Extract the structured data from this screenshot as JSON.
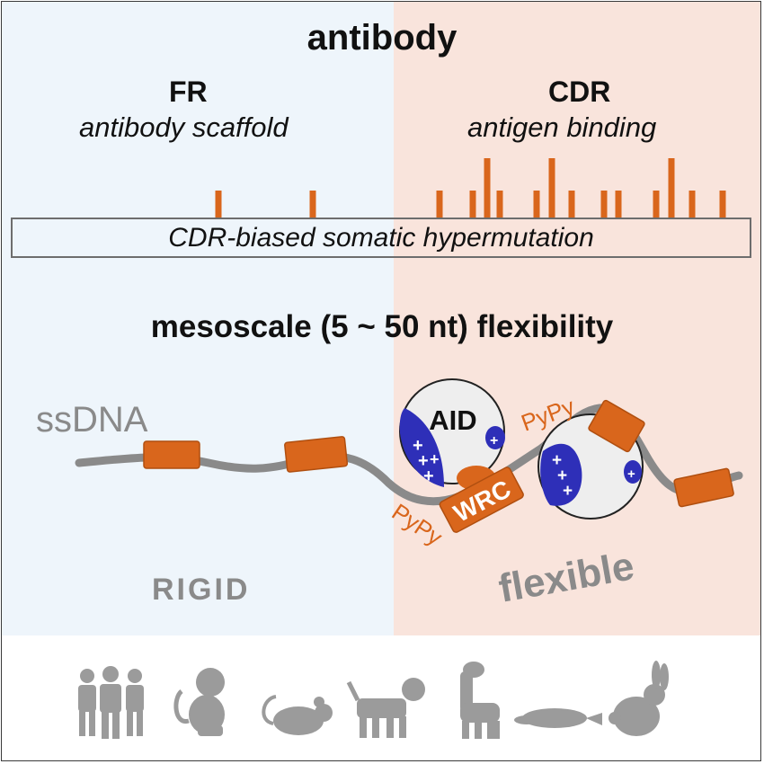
{
  "title": "antibody",
  "framework": {
    "heading": "FR",
    "subtitle": "antibody scaffold"
  },
  "cdr": {
    "heading": "CDR",
    "subtitle": "antigen binding"
  },
  "shm_label": "CDR-biased somatic hypermutation",
  "mesoscale_label": "mesoscale (5 ~ 50 nt) flexibility",
  "dna": {
    "ssdna_label": "ssDNA",
    "enzyme_label": "AID",
    "motif_label": "WRC",
    "pypy_label": "PyPy",
    "pypy_label_2": "PyPy",
    "rigid_label": "RIGID",
    "flexible_label": "flexible"
  },
  "mutation_ticks": {
    "fr": [
      1,
      1
    ],
    "cdr": [
      1,
      1,
      2,
      1,
      1,
      2,
      1,
      1,
      1,
      1,
      2,
      1,
      1
    ]
  },
  "animals": [
    "humans-icon",
    "monkey-icon",
    "mouse-icon",
    "dog-icon",
    "llama-icon",
    "platypus-icon",
    "rabbit-icon"
  ],
  "colors": {
    "fr_background": "#eef5fb",
    "cdr_background": "#f9e4dc",
    "accent_orange": "#d9661c",
    "aid_blue": "#2e2fb8",
    "dna_gray": "#8a8a8a",
    "animal_gray": "#9b9b9b"
  }
}
